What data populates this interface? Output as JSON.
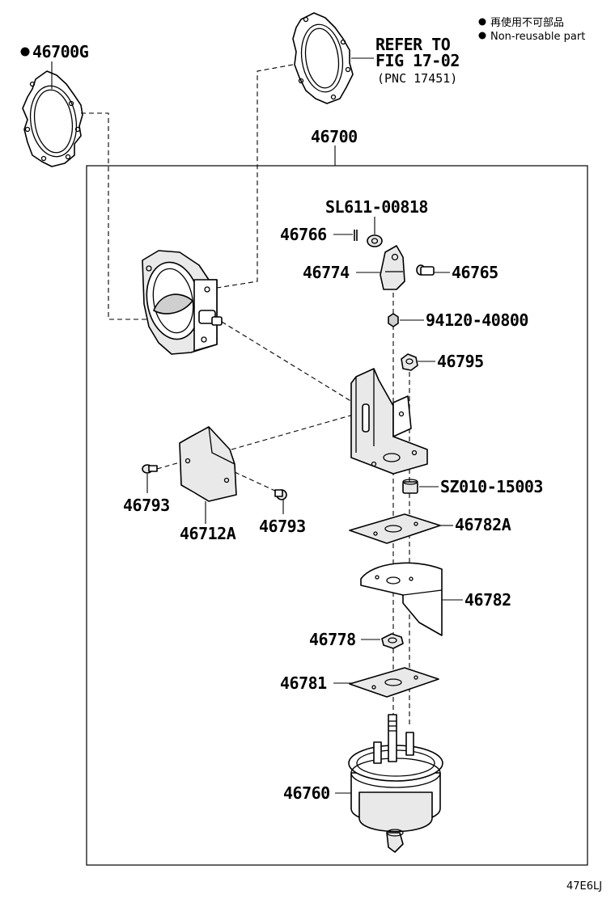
{
  "legend": {
    "items": [
      {
        "bullet": "●",
        "text": "再使用不可部品"
      },
      {
        "bullet": "●",
        "text": "Non-reusable part"
      }
    ]
  },
  "diagram_id": "47E6LJ",
  "refer": {
    "line1": "REFER TO",
    "line2": "FIG 17-02",
    "line3": "(PNC 17451)"
  },
  "parts": {
    "gasket": {
      "bullet": "●",
      "number": "46700G"
    },
    "assembly": "46700",
    "p_sl611": "SL611-00818",
    "p_46766": "46766",
    "p_46774": "46774",
    "p_46765": "46765",
    "p_94120": "94120-40800",
    "p_46795": "46795",
    "p_sz010": "SZ010-15003",
    "p_46782a": "46782A",
    "p_46782": "46782",
    "p_46778": "46778",
    "p_46781": "46781",
    "p_46760": "46760",
    "p_46793_left": "46793",
    "p_46712a": "46712A",
    "p_46793_right": "46793"
  }
}
